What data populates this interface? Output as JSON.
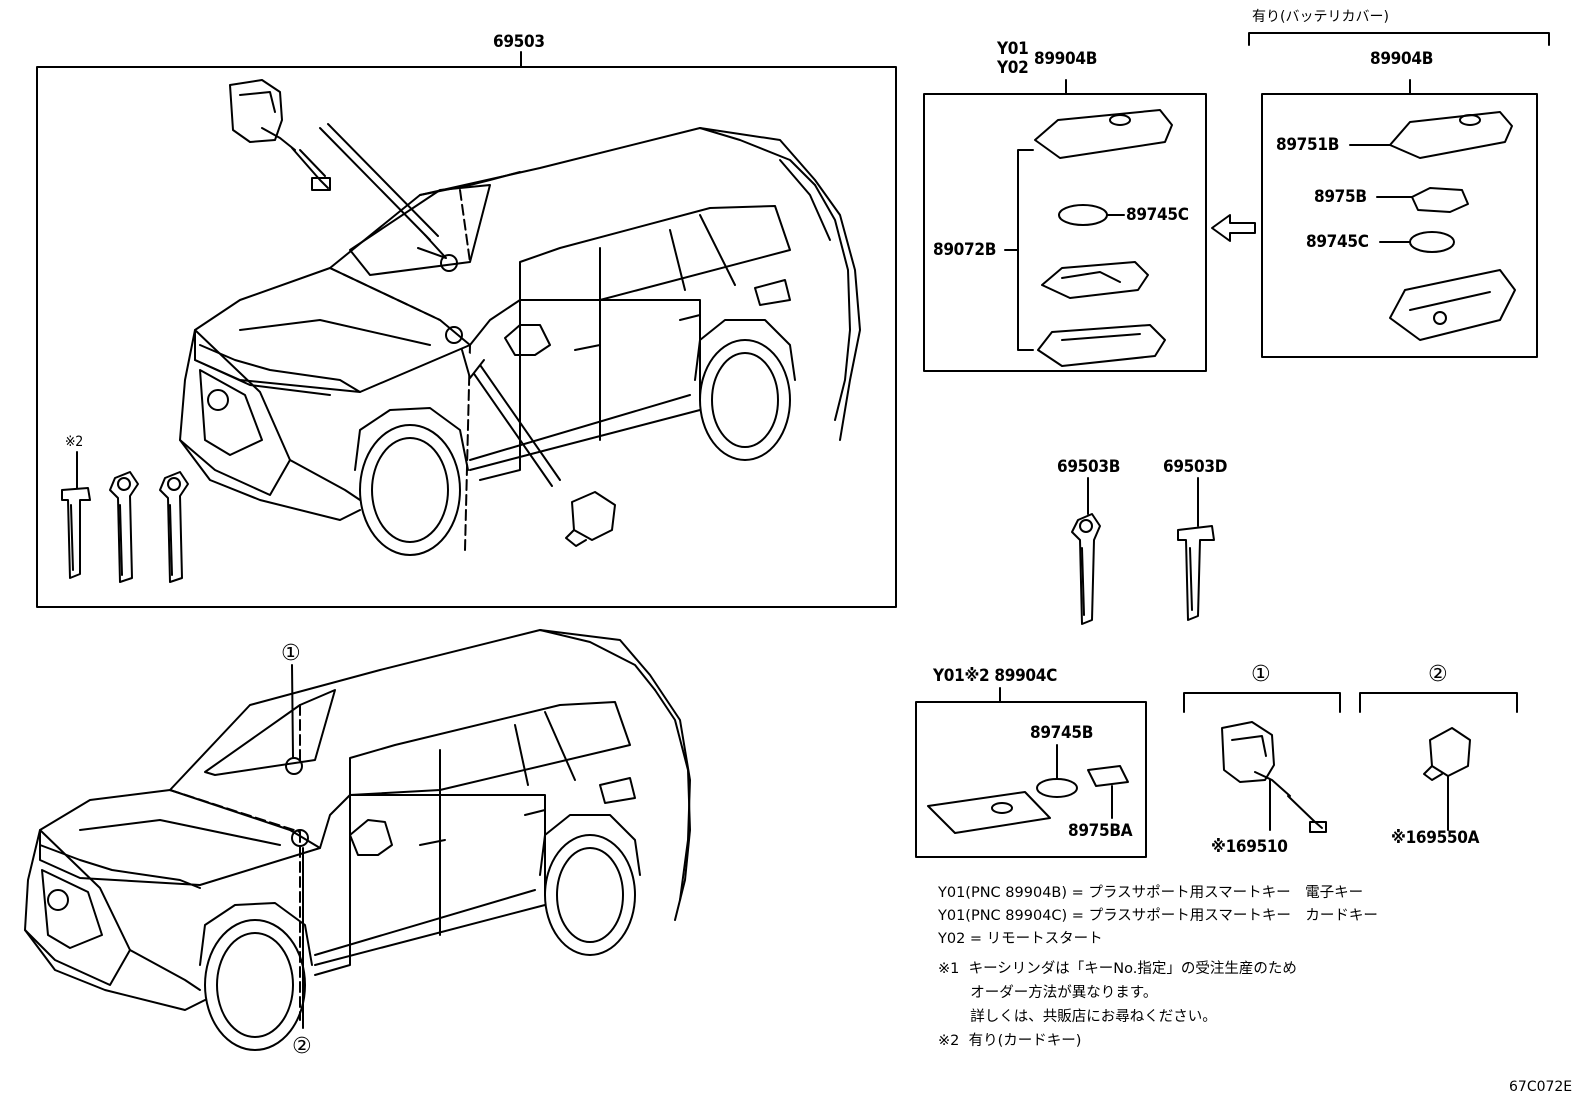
{
  "labels": {
    "main_assembly": "69503",
    "y01": "Y01",
    "y02": "Y02",
    "smart_key": "89904B",
    "smart_key_2": "89904B",
    "battery_cover_note": "有り(バッテリカバー)",
    "case": "89072B",
    "battery_a": "89745C",
    "battery_b": "89745C",
    "cover": "89751B",
    "clip": "8975B",
    "key_b": "69503B",
    "key_d": "69503D",
    "card_key_title": "Y01※2 89904C",
    "card_battery": "89745B",
    "card_plate": "8975BA",
    "callout1_mark": "①",
    "callout2_mark": "②",
    "cylinder_part": "※169510",
    "sensor_part": "※169550A",
    "note_mark2": "※2",
    "diagram_code": "67C072E"
  },
  "notes": [
    "Y01(PNC 89904B) = プラスサポート用スマートキー　電子キー",
    "Y01(PNC 89904C) = プラスサポート用スマートキー　カードキー",
    "Y02 = リモートスタート",
    "※1  キーシリンダは「キーNo.指定」の受注生産のため",
    "       オーダー方法が異なります。",
    "       詳しくは、共販店にお尋ねください。",
    "※2  有り(カードキー)"
  ]
}
